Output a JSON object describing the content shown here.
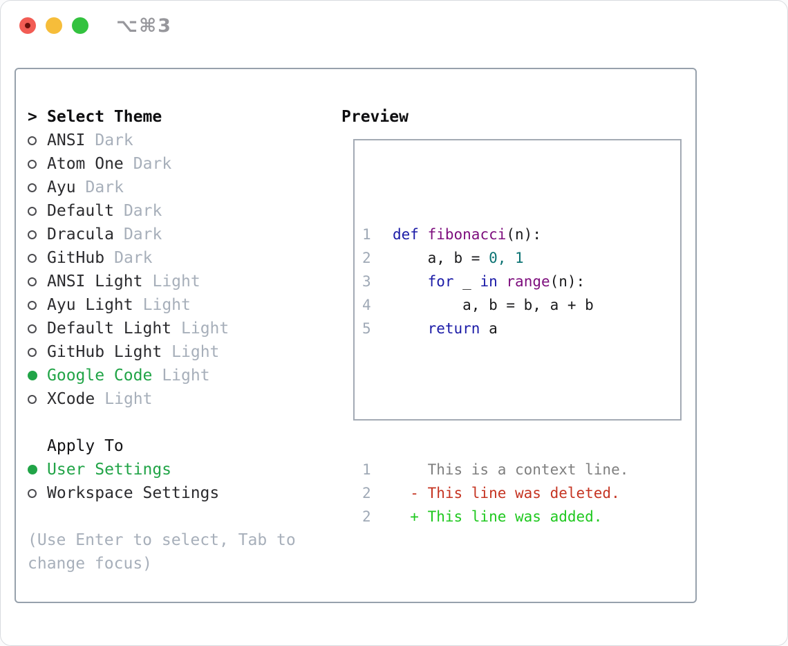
{
  "window": {
    "titlebar_shortcut": "⌥⌘3",
    "traffic_lights": [
      "close",
      "minimize",
      "zoom"
    ]
  },
  "colors": {
    "accent_green": "#21a447",
    "diff_added": "#1fc81f",
    "diff_removed": "#c53422",
    "syntax_keyword": "#1b1ba7",
    "syntax_function": "#7d0d7d",
    "syntax_literal": "#0c7373",
    "muted_gray": "#a7afba",
    "line_number_gray": "#9fa9b6",
    "border_gray": "#97a1ac"
  },
  "theme_selector": {
    "header": {
      "prompt": ">",
      "label": "Select Theme"
    },
    "themes": [
      {
        "name": "ANSI",
        "variant": "Dark",
        "selected": false
      },
      {
        "name": "Atom One",
        "variant": "Dark",
        "selected": false
      },
      {
        "name": "Ayu",
        "variant": "Dark",
        "selected": false
      },
      {
        "name": "Default",
        "variant": "Dark",
        "selected": false
      },
      {
        "name": "Dracula",
        "variant": "Dark",
        "selected": false
      },
      {
        "name": "GitHub",
        "variant": "Dark",
        "selected": false
      },
      {
        "name": "ANSI Light",
        "variant": "Light",
        "selected": false
      },
      {
        "name": "Ayu Light",
        "variant": "Light",
        "selected": false
      },
      {
        "name": "Default Light",
        "variant": "Light",
        "selected": false
      },
      {
        "name": "GitHub Light",
        "variant": "Light",
        "selected": false
      },
      {
        "name": "Google Code",
        "variant": "Light",
        "selected": true
      },
      {
        "name": "XCode",
        "variant": "Light",
        "selected": false
      }
    ],
    "apply_to": {
      "label": "Apply To",
      "options": [
        {
          "label": "User Settings",
          "selected": true
        },
        {
          "label": "Workspace Settings",
          "selected": false
        }
      ]
    },
    "footer_hint_lines": [
      "(Use Enter to select, Tab to",
      "change focus)"
    ]
  },
  "preview": {
    "title": "Preview",
    "code_lines": [
      {
        "num": "1",
        "tokens": [
          [
            "kw",
            "def"
          ],
          [
            "pl",
            " "
          ],
          [
            "fn",
            "fibonacci"
          ],
          [
            "pl",
            "(n):"
          ]
        ]
      },
      {
        "num": "2",
        "tokens": [
          [
            "pl",
            "    a, b = "
          ],
          [
            "lit",
            "0, 1"
          ]
        ]
      },
      {
        "num": "3",
        "tokens": [
          [
            "pl",
            "    "
          ],
          [
            "kw",
            "for"
          ],
          [
            "pl",
            " _ "
          ],
          [
            "kw",
            "in"
          ],
          [
            "pl",
            " "
          ],
          [
            "fn",
            "range"
          ],
          [
            "pl",
            "(n):"
          ]
        ]
      },
      {
        "num": "4",
        "tokens": [
          [
            "pl",
            "        a, b = b, a + b"
          ]
        ]
      },
      {
        "num": "5",
        "tokens": [
          [
            "pl",
            "    "
          ],
          [
            "kw",
            "return"
          ],
          [
            "pl",
            " a"
          ]
        ]
      }
    ],
    "diff_lines": [
      {
        "num": "1",
        "kind": "context",
        "text": "    This is a context line."
      },
      {
        "num": "2",
        "kind": "removed",
        "text": "  - This line was deleted."
      },
      {
        "num": "2",
        "kind": "added",
        "text": "  + This line was added."
      }
    ]
  }
}
